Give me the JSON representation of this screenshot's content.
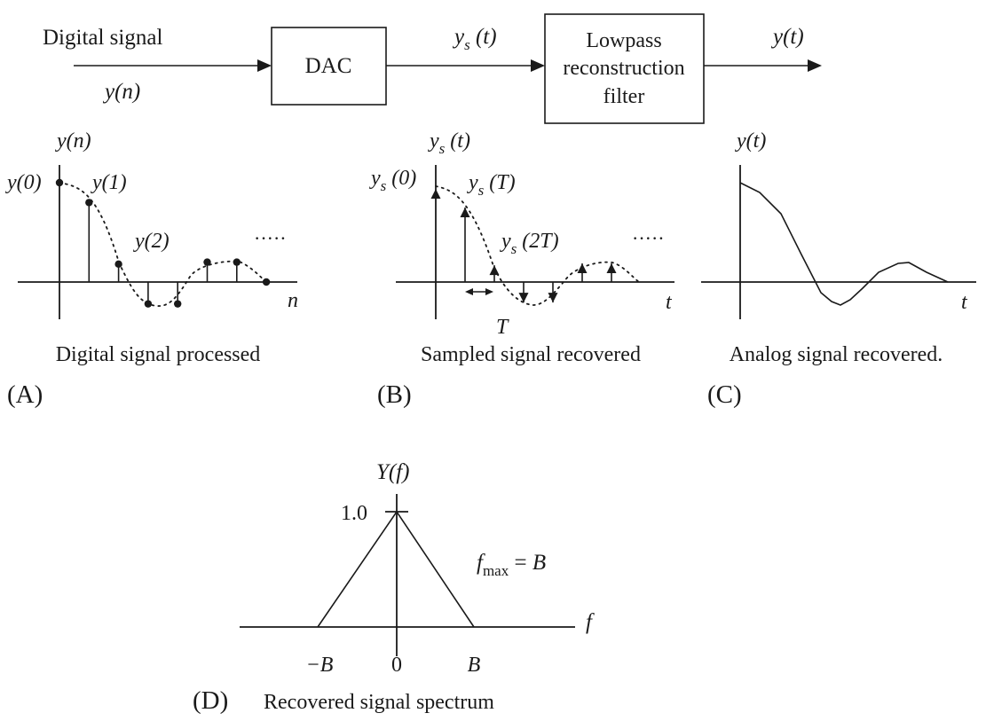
{
  "block_diagram": {
    "input_label": "Digital signal",
    "input_symbol": "y(n)",
    "dac_label": "DAC",
    "mid_signal": "y_s(t)",
    "filter_lines": [
      "Lowpass",
      "reconstruction",
      "filter"
    ],
    "output_symbol": "y(t)"
  },
  "panel_a": {
    "y_axis": "y(n)",
    "x_axis": "n",
    "labels": [
      "y(0)",
      "y(1)",
      "y(2)"
    ],
    "ellipsis": "·····",
    "caption": "Digital signal processed",
    "tag": "(A)"
  },
  "panel_b": {
    "y_axis": "y_s(t)",
    "x_axis": "t",
    "labels": [
      "y_s(0)",
      "y_s(T)",
      "y_s(2T)"
    ],
    "period": "T",
    "ellipsis": "·····",
    "caption": "Sampled signal recovered",
    "tag": "(B)"
  },
  "panel_c": {
    "y_axis": "y(t)",
    "x_axis": "t",
    "caption": "Analog signal recovered.",
    "tag": "(C)"
  },
  "panel_d": {
    "y_axis": "Y(f)",
    "x_axis": "f",
    "peak": "1.0",
    "annotation": "f_max = B",
    "ticks": [
      "−B",
      "0",
      "B"
    ],
    "caption": "Recovered signal spectrum",
    "tag": "(D)"
  },
  "samples": [
    1.0,
    0.8,
    0.18,
    -0.22,
    -0.22,
    0.2,
    0.2,
    0.0
  ]
}
